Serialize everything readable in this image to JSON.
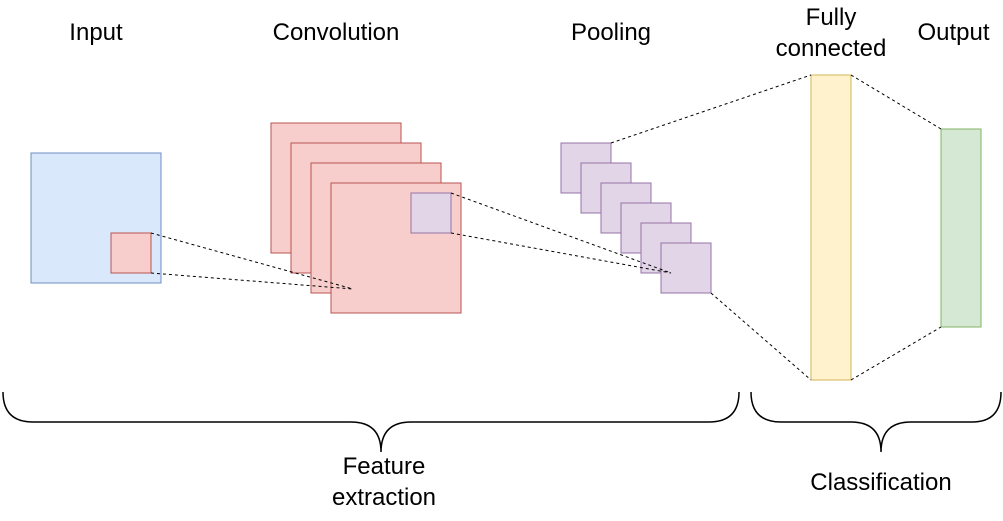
{
  "labels": {
    "input": "Input",
    "convolution": "Convolution",
    "pooling": "Pooling",
    "fully_connected_line1": "Fully",
    "fully_connected_line2": "connected",
    "output": "Output",
    "feature_extraction_line1": "Feature",
    "feature_extraction_line2": "extraction",
    "classification": "Classification"
  },
  "colors": {
    "input_fill": "#dae8fc",
    "input_stroke": "#6c8ebf",
    "conv_fill": "#f8cecc",
    "conv_stroke": "#b85450",
    "pool_fill": "#e1d5e7",
    "pool_stroke": "#9673a6",
    "fc_fill": "#fff2cc",
    "fc_stroke": "#d6b656",
    "output_fill": "#d5e8d4",
    "output_stroke": "#82b366",
    "line": "#000000"
  }
}
